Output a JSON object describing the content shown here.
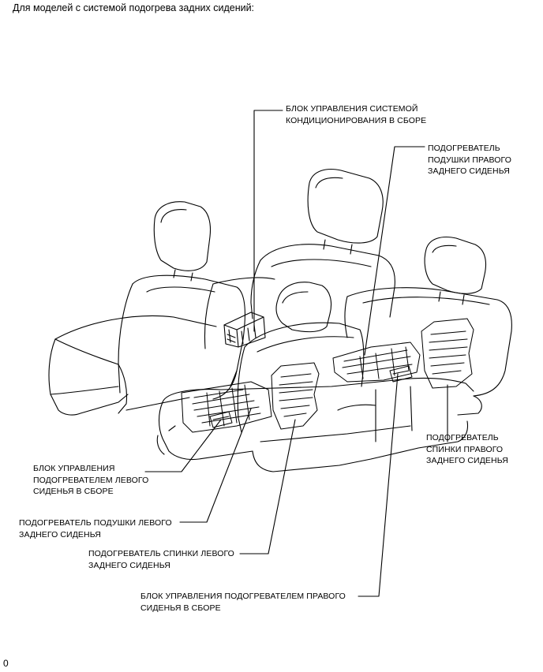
{
  "header": "Для моделей с системой подогрева задних сидений:",
  "labels": {
    "ac_control": [
      "БЛОК УПРАВЛЕНИЯ СИСТЕМОЙ",
      "КОНДИЦИОНИРОВАНИЯ В СБОРЕ"
    ],
    "right_cushion_heater": [
      "ПОДОГРЕВАТЕЛЬ",
      "ПОДУШКИ ПРАВОГО",
      "ЗАДНЕГО СИДЕНЬЯ"
    ],
    "right_back_heater": [
      "ПОДОГРЕВАТЕЛЬ",
      "СПИНКИ ПРАВОГО",
      "ЗАДНЕГО СИДЕНЬЯ"
    ],
    "left_heater_control": [
      "БЛОК УПРАВЛЕНИЯ",
      "ПОДОГРЕВАТЕЛЕМ ЛЕВОГО",
      "СИДЕНЬЯ В СБОРЕ"
    ],
    "left_cushion_heater": [
      "ПОДОГРЕВАТЕЛЬ ПОДУШКИ ЛЕВОГО",
      "ЗАДНЕГО СИДЕНЬЯ"
    ],
    "left_back_heater": [
      "ПОДОГРЕВАТЕЛЬ СПИНКИ ЛЕВОГО",
      "ЗАДНЕГО СИДЕНЬЯ"
    ],
    "right_heater_control": [
      "БЛОК УПРАВЛЕНИЯ ПОДОГРЕВАТЕЛЕМ ПРАВОГО",
      "СИДЕНЬЯ В СБОРЕ"
    ]
  },
  "page_marker": "0"
}
